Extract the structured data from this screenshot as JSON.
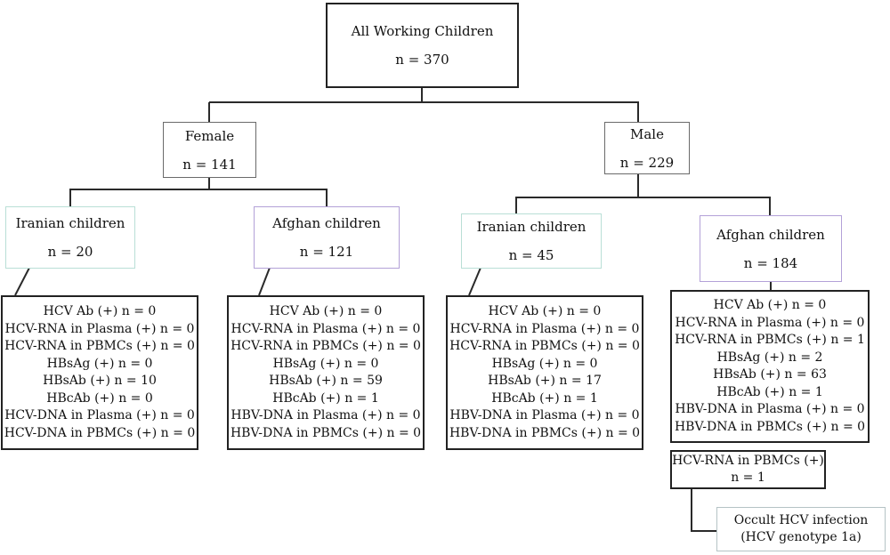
{
  "root": {
    "title": "All Working Children",
    "count": "n = 370"
  },
  "female": {
    "title": "Female",
    "count": "n = 141"
  },
  "male": {
    "title": "Male",
    "count": "n = 229"
  },
  "female_iranian": {
    "title": "Iranian children",
    "count": "n = 20"
  },
  "female_afghan": {
    "title": "Afghan children",
    "count": "n = 121"
  },
  "male_iranian": {
    "title": "Iranian children",
    "count": "n = 45"
  },
  "male_afghan": {
    "title": "Afghan children",
    "count": "n = 184"
  },
  "results": {
    "female_iranian": [
      "HCV Ab (+) n = 0",
      "HCV-RNA in Plasma (+) n = 0",
      "HCV-RNA in PBMCs (+) n = 0",
      "HBsAg (+) n = 0",
      "HBsAb (+) n = 10",
      "HBcAb (+) n = 0",
      "HCV-DNA in Plasma (+) n = 0",
      "HCV-DNA in PBMCs (+) n = 0"
    ],
    "female_afghan": [
      "HCV Ab (+) n = 0",
      "HCV-RNA in Plasma (+) n = 0",
      "HCV-RNA in PBMCs (+) n = 0",
      "HBsAg (+) n = 0",
      "HBsAb (+) n = 59",
      "HBcAb (+) n = 1",
      "HBV-DNA in Plasma (+) n = 0",
      "HBV-DNA in PBMCs (+) n = 0"
    ],
    "male_iranian": [
      "HCV Ab (+) n = 0",
      "HCV-RNA in Plasma (+) n = 0",
      "HCV-RNA in PBMCs (+) n = 0",
      "HBsAg (+) n = 0",
      "HBsAb (+) n = 17",
      "HBcAb (+) n = 1",
      "HBV-DNA in Plasma (+) n = 0",
      "HBV-DNA in PBMCs (+) n = 0"
    ],
    "male_afghan": [
      "HCV Ab (+) n = 0",
      "HCV-RNA in Plasma (+) n = 0",
      "HCV-RNA in PBMCs (+) n = 1",
      "HBsAg (+) n = 2",
      "HBsAb (+) n = 63",
      "HBcAb (+) n = 1",
      "HBV-DNA in Plasma (+) n = 0",
      "HBV-DNA in PBMCs (+) n = 0"
    ]
  },
  "pbmc_positive": {
    "title": "HCV-RNA in PBMCs (+)",
    "count": "n = 1"
  },
  "occult": {
    "title": "Occult HCV infection",
    "genotype": "(HCV genotype 1a)"
  },
  "colors": {
    "line": "#2a2a2a",
    "thick_border": "#222222",
    "teal_border": "#b9dfd6",
    "lilac_border": "#b3a1d8",
    "light_border": "#b5c3c5"
  }
}
